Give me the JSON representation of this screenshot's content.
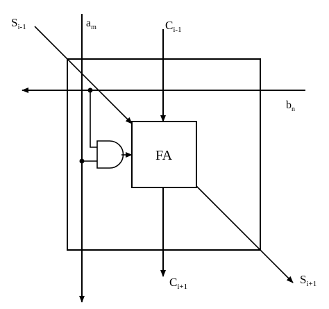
{
  "diagram": {
    "block_label": "FA",
    "signals": {
      "s_in": {
        "base": "S",
        "sub": "i-1"
      },
      "a_m": {
        "base": "a",
        "sub": "m"
      },
      "c_in": {
        "base": "C",
        "sub": "i-1"
      },
      "b_n": {
        "base": "b",
        "sub": "n"
      },
      "c_out": {
        "base": "C",
        "sub": "i+1"
      },
      "s_out": {
        "base": "S",
        "sub": "i+1"
      }
    }
  }
}
